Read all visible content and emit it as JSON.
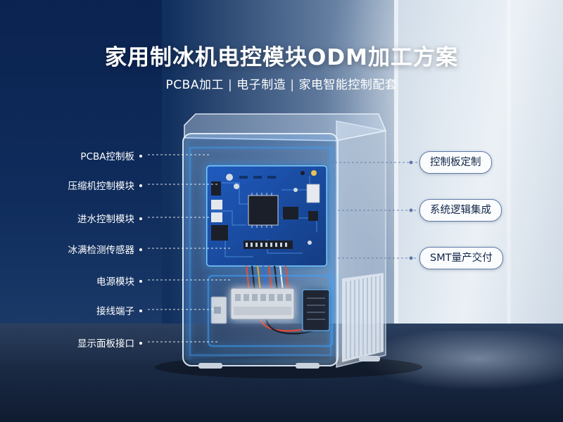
{
  "header": {
    "title": "家用制冰机电控模块ODM加工方案",
    "subtitle_items": [
      "PCBA加工",
      "电子制造",
      "家电智能控制配套"
    ],
    "separator": "|"
  },
  "left_callouts": [
    {
      "id": "pcba",
      "label": "PCBA控制板"
    },
    {
      "id": "compressor",
      "label": "压缩机控制模块"
    },
    {
      "id": "water-inlet",
      "label": "进水控制模块"
    },
    {
      "id": "ice-full",
      "label": "冰满检测传感器"
    },
    {
      "id": "power",
      "label": "电源模块"
    },
    {
      "id": "terminal",
      "label": "接线端子"
    },
    {
      "id": "display",
      "label": "显示面板接口"
    }
  ],
  "right_badges": [
    {
      "id": "custom-board",
      "label": "控制板定制"
    },
    {
      "id": "logic",
      "label": "系统逻辑集成"
    },
    {
      "id": "smt",
      "label": "SMT量产交付"
    }
  ],
  "colors": {
    "glow": "#3aa2ff",
    "pcb": "#1c4fa6",
    "badge_border": "#5d7aa6",
    "badge_text": "#10264a"
  }
}
